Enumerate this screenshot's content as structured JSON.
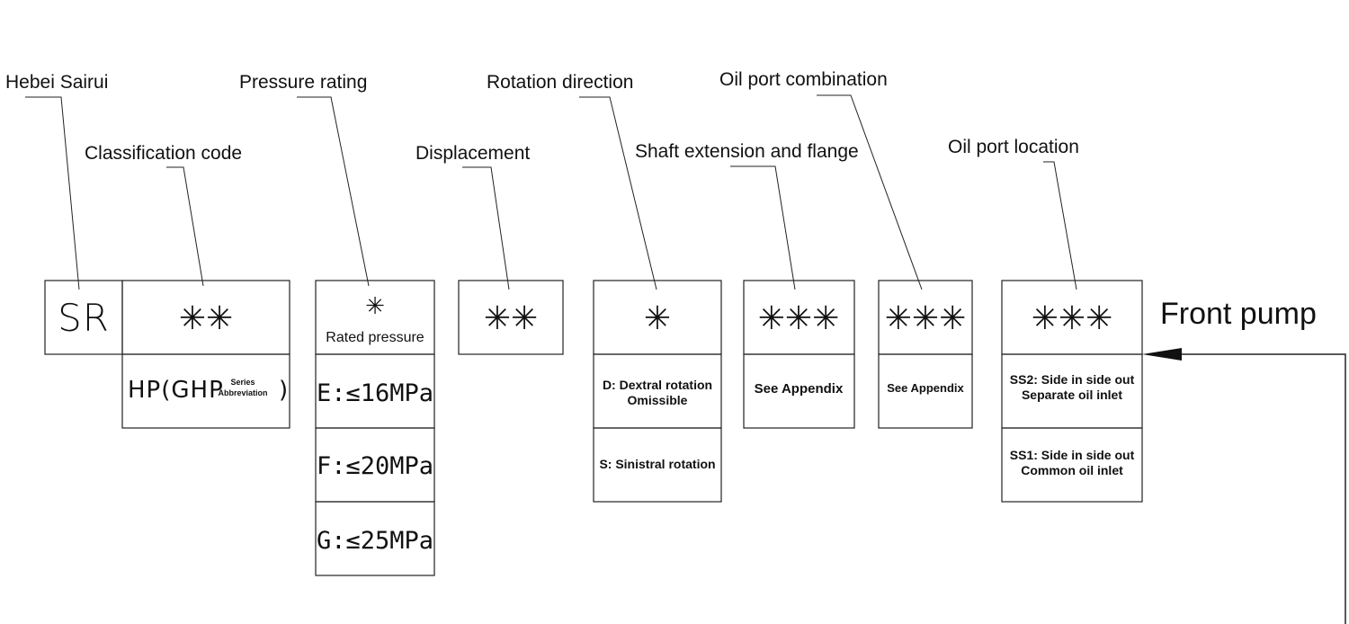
{
  "labels": {
    "brand": "Hebei Sairui",
    "classification": "Classification code",
    "pressure": "Pressure rating",
    "displacement": "Displacement",
    "rotation": "Rotation direction",
    "shaft": "Shaft extension and flange",
    "oil_port_combination": "Oil port combination",
    "oil_port_location": "Oil port location",
    "front_pump": "Front pump"
  },
  "codes": {
    "brand": "SR",
    "classification": "✳✳",
    "pressure": "✳",
    "displacement": "✳✳",
    "rotation": "✳",
    "shaft": "✳✳✳",
    "oil_port_combination": "✳✳✳",
    "oil_port_location": "✳✳✳"
  },
  "classification_option": {
    "main": "HP(GHP",
    "small_1": "Series",
    "small_2": "Abbreviation",
    "close": ")"
  },
  "pressure_options": {
    "rated_label": "Rated pressure",
    "E": "E:≤16MPa",
    "F": "F:≤20MPa",
    "G": "G:≤25MPa"
  },
  "rotation_options": {
    "D_line1": "D: Dextral rotation",
    "D_line2": "Omissible",
    "S": "S: Sinistral rotation"
  },
  "shaft_option": "See Appendix",
  "oil_port_combination_option": "See Appendix",
  "oil_port_location_options": {
    "SS2_line1": "SS2: Side in side out",
    "SS2_line2": "Separate oil inlet",
    "SS1_line1": "SS1: Side in side out",
    "SS1_line2": "Common oil inlet"
  }
}
